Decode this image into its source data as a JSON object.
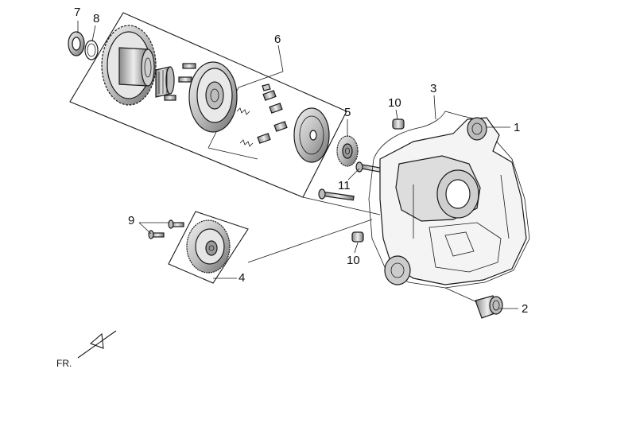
{
  "callouts": {
    "c1": "1",
    "c2": "2",
    "c3": "3",
    "c4": "4",
    "c5": "5",
    "c6": "6",
    "c7": "7",
    "c8": "8",
    "c9": "9",
    "c10a": "10",
    "c10b": "10",
    "c11": "11"
  },
  "orientation": {
    "label": "FR."
  },
  "colors": {
    "ink": "#1a1a1a",
    "metal_light": "#d9d9d9",
    "metal_mid": "#a6a6a6",
    "metal_dark": "#555555"
  }
}
